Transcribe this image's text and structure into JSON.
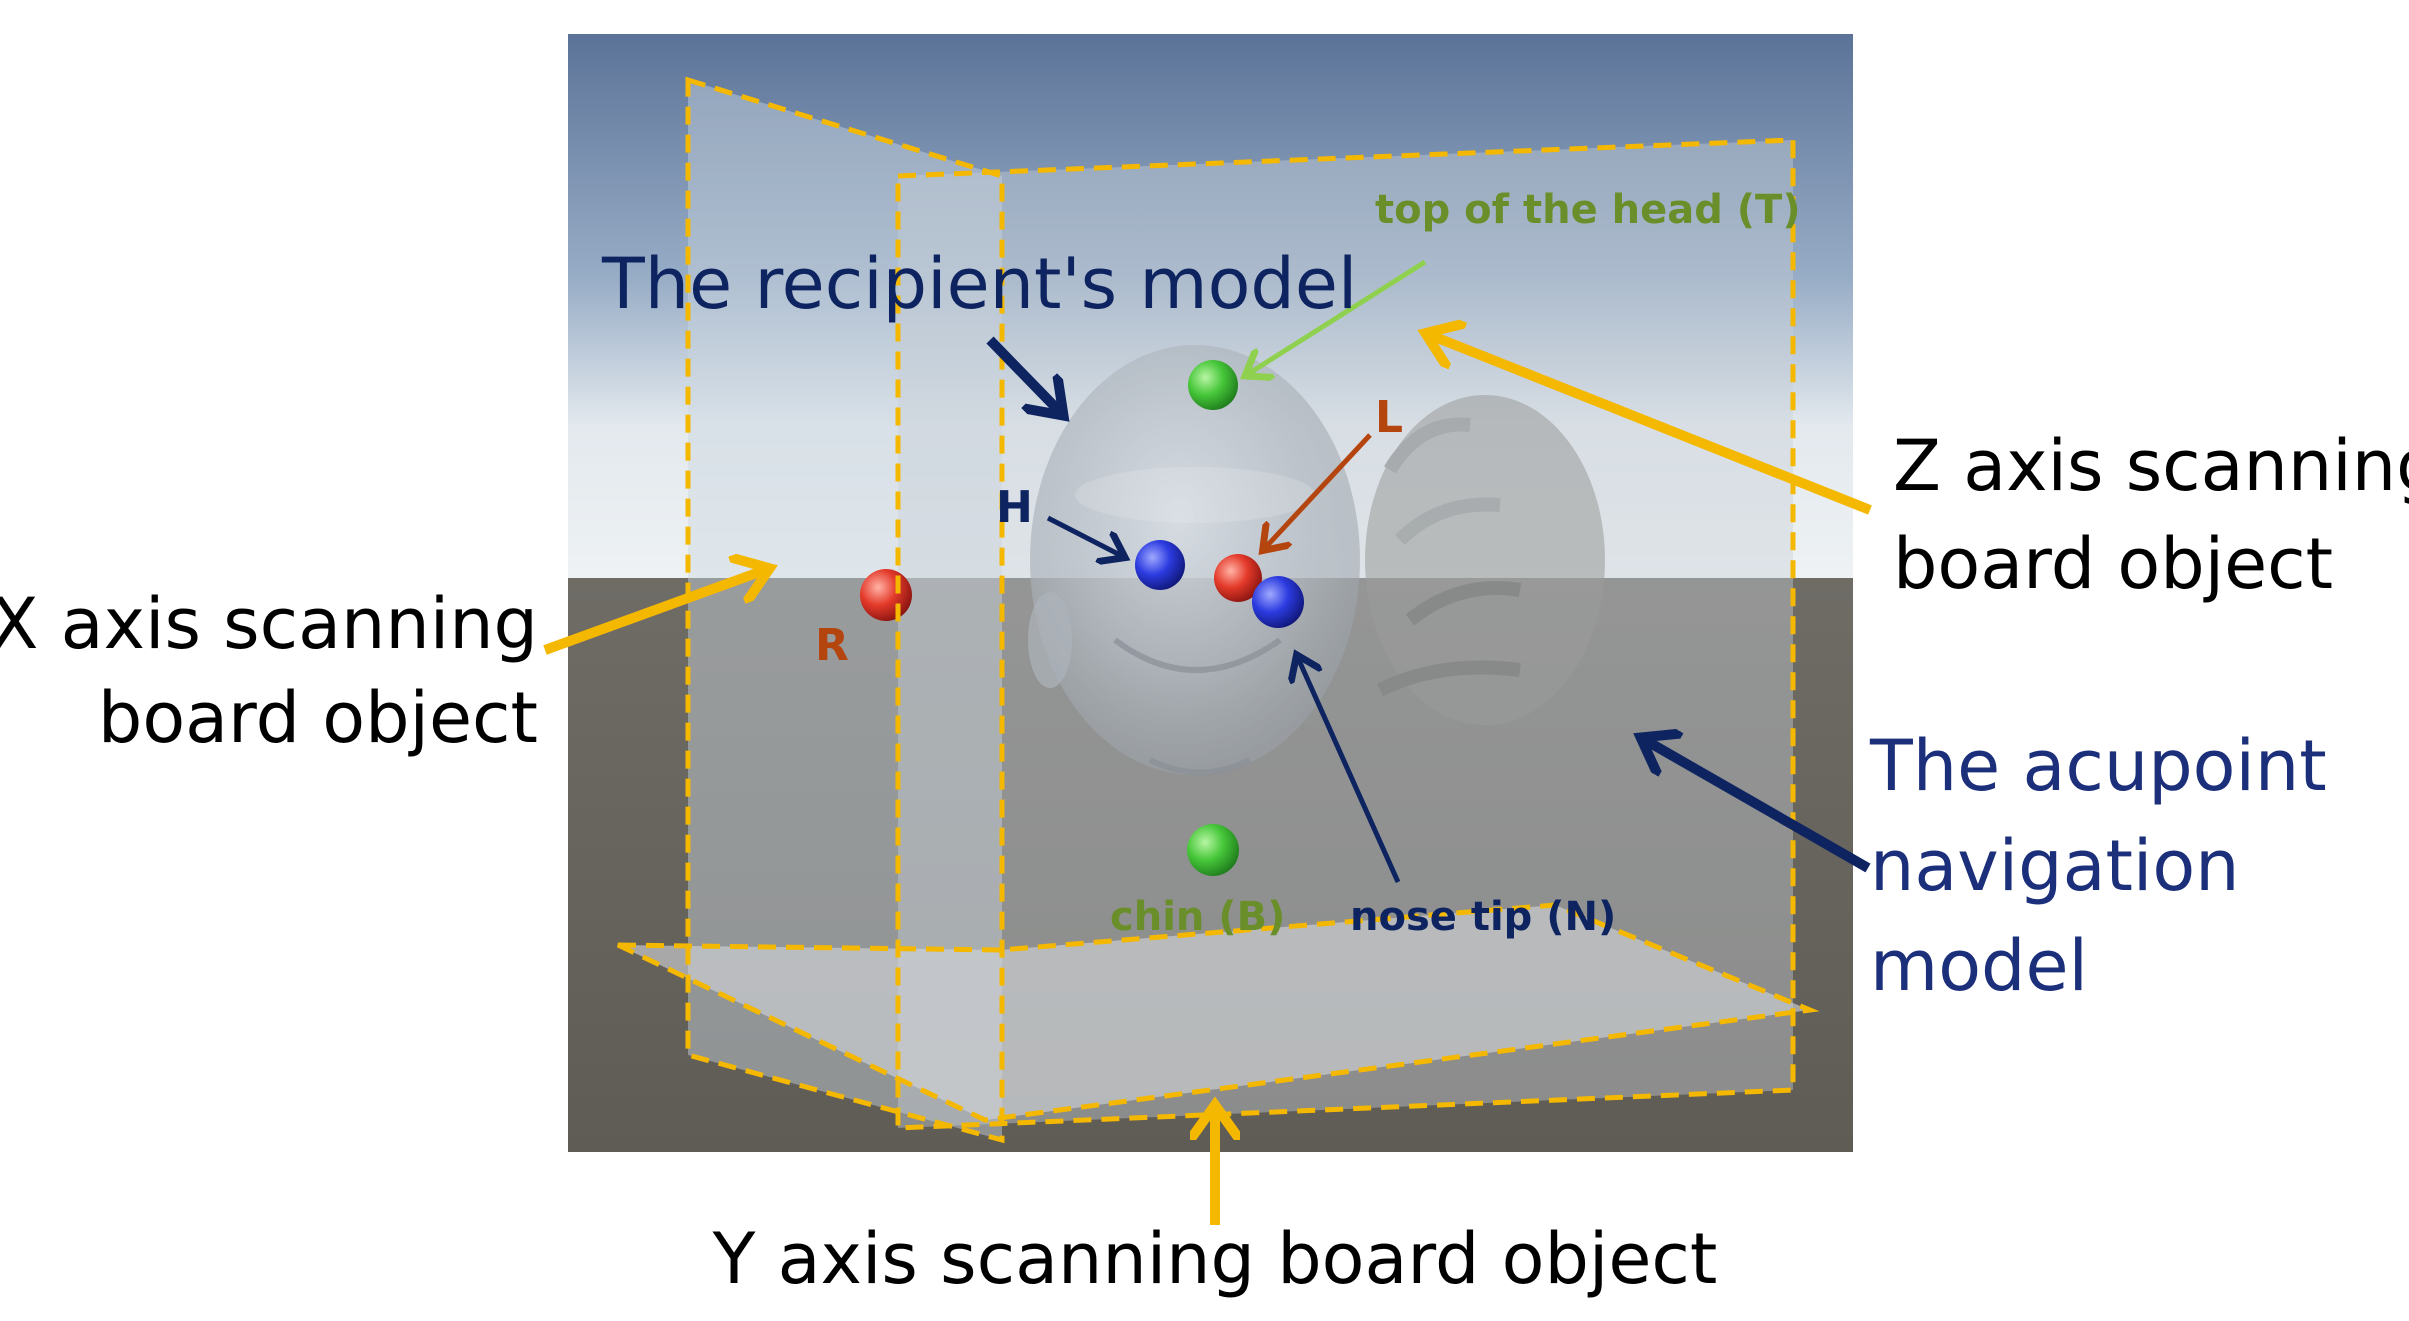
{
  "labels": {
    "x_board_line1": "X axis scanning",
    "x_board_line2": "board object",
    "y_board": "Y axis scanning board object",
    "z_board_line1": "Z axis scanning",
    "z_board_line2": "board object",
    "recipient_model": "The recipient's model",
    "acupoint_line1": "The acupoint",
    "acupoint_line2": "navigation",
    "acupoint_line3": "model",
    "top_of_head": "top of the head (T)",
    "chin": "chin (B)",
    "nose_tip": "nose tip (N)",
    "marker_L": "L",
    "marker_H": "H",
    "marker_R": "R"
  },
  "colors": {
    "board_outline": "#f5b800",
    "arrow_yellow": "#f5b800",
    "navy": "#0e2461",
    "green_label": "#6a8f2a",
    "green_arrow": "#8fd14f",
    "orange_marker": "#b5450f",
    "sky_top": "#5a7398",
    "sky_horizon": "#dfe6ec",
    "ground": "#6d6a63"
  },
  "icons": {
    "marker_T": "green-sphere",
    "marker_B": "green-sphere",
    "marker_H": "blue-sphere",
    "marker_N": "blue-sphere",
    "marker_L": "red-sphere",
    "marker_R": "red-sphere"
  }
}
